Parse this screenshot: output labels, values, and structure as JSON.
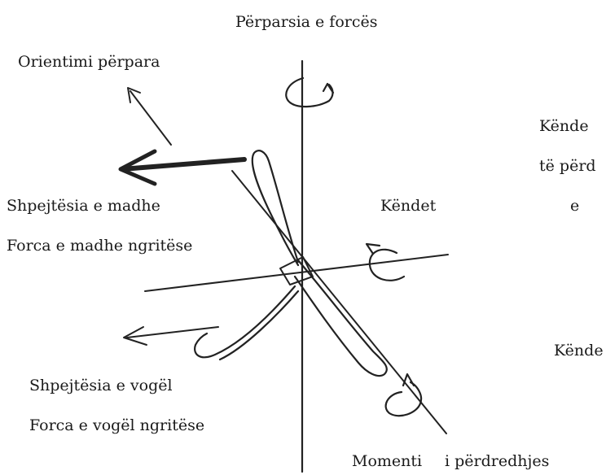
{
  "labels": {
    "top": "Përparsia e forcës",
    "forward": "Orientimi përpara",
    "speed_high": "Shpejtësia e madhe",
    "lift_high": "Forca e madhe ngritëse",
    "angles_mid": "Këndet",
    "right_top_1": "Kënde",
    "right_top_2": "të përd",
    "right_top_3": "e",
    "right_mid": "Kënde",
    "speed_low": "Shpejtësia e vogël",
    "lift_low": "Forca e vogël ngritëse",
    "bottom_a": "Momenti",
    "bottom_b": "i përdredhjes"
  }
}
